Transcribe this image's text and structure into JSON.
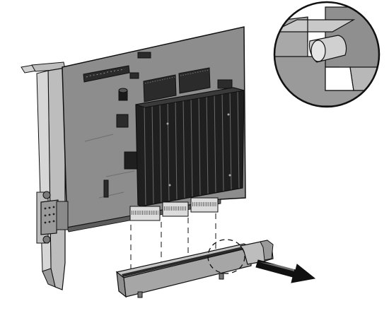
{
  "figure": {
    "subject": "expansion-card-installation",
    "parts": [
      "bracket",
      "circuit-board",
      "heatsink",
      "vga-connector",
      "chips",
      "capacitor",
      "edge-connectors",
      "expansion-slot",
      "retention-latch",
      "detail-magnifier"
    ],
    "action": "pull-latch-outward",
    "colors": {
      "board": "#8d8d8d",
      "heatsink": "#2a2a2a",
      "bracket": "#bdbdbd",
      "slot": "#a6a6a6",
      "chip": "#2b2b2b",
      "outline": "#111111",
      "background": "#ffffff"
    }
  }
}
